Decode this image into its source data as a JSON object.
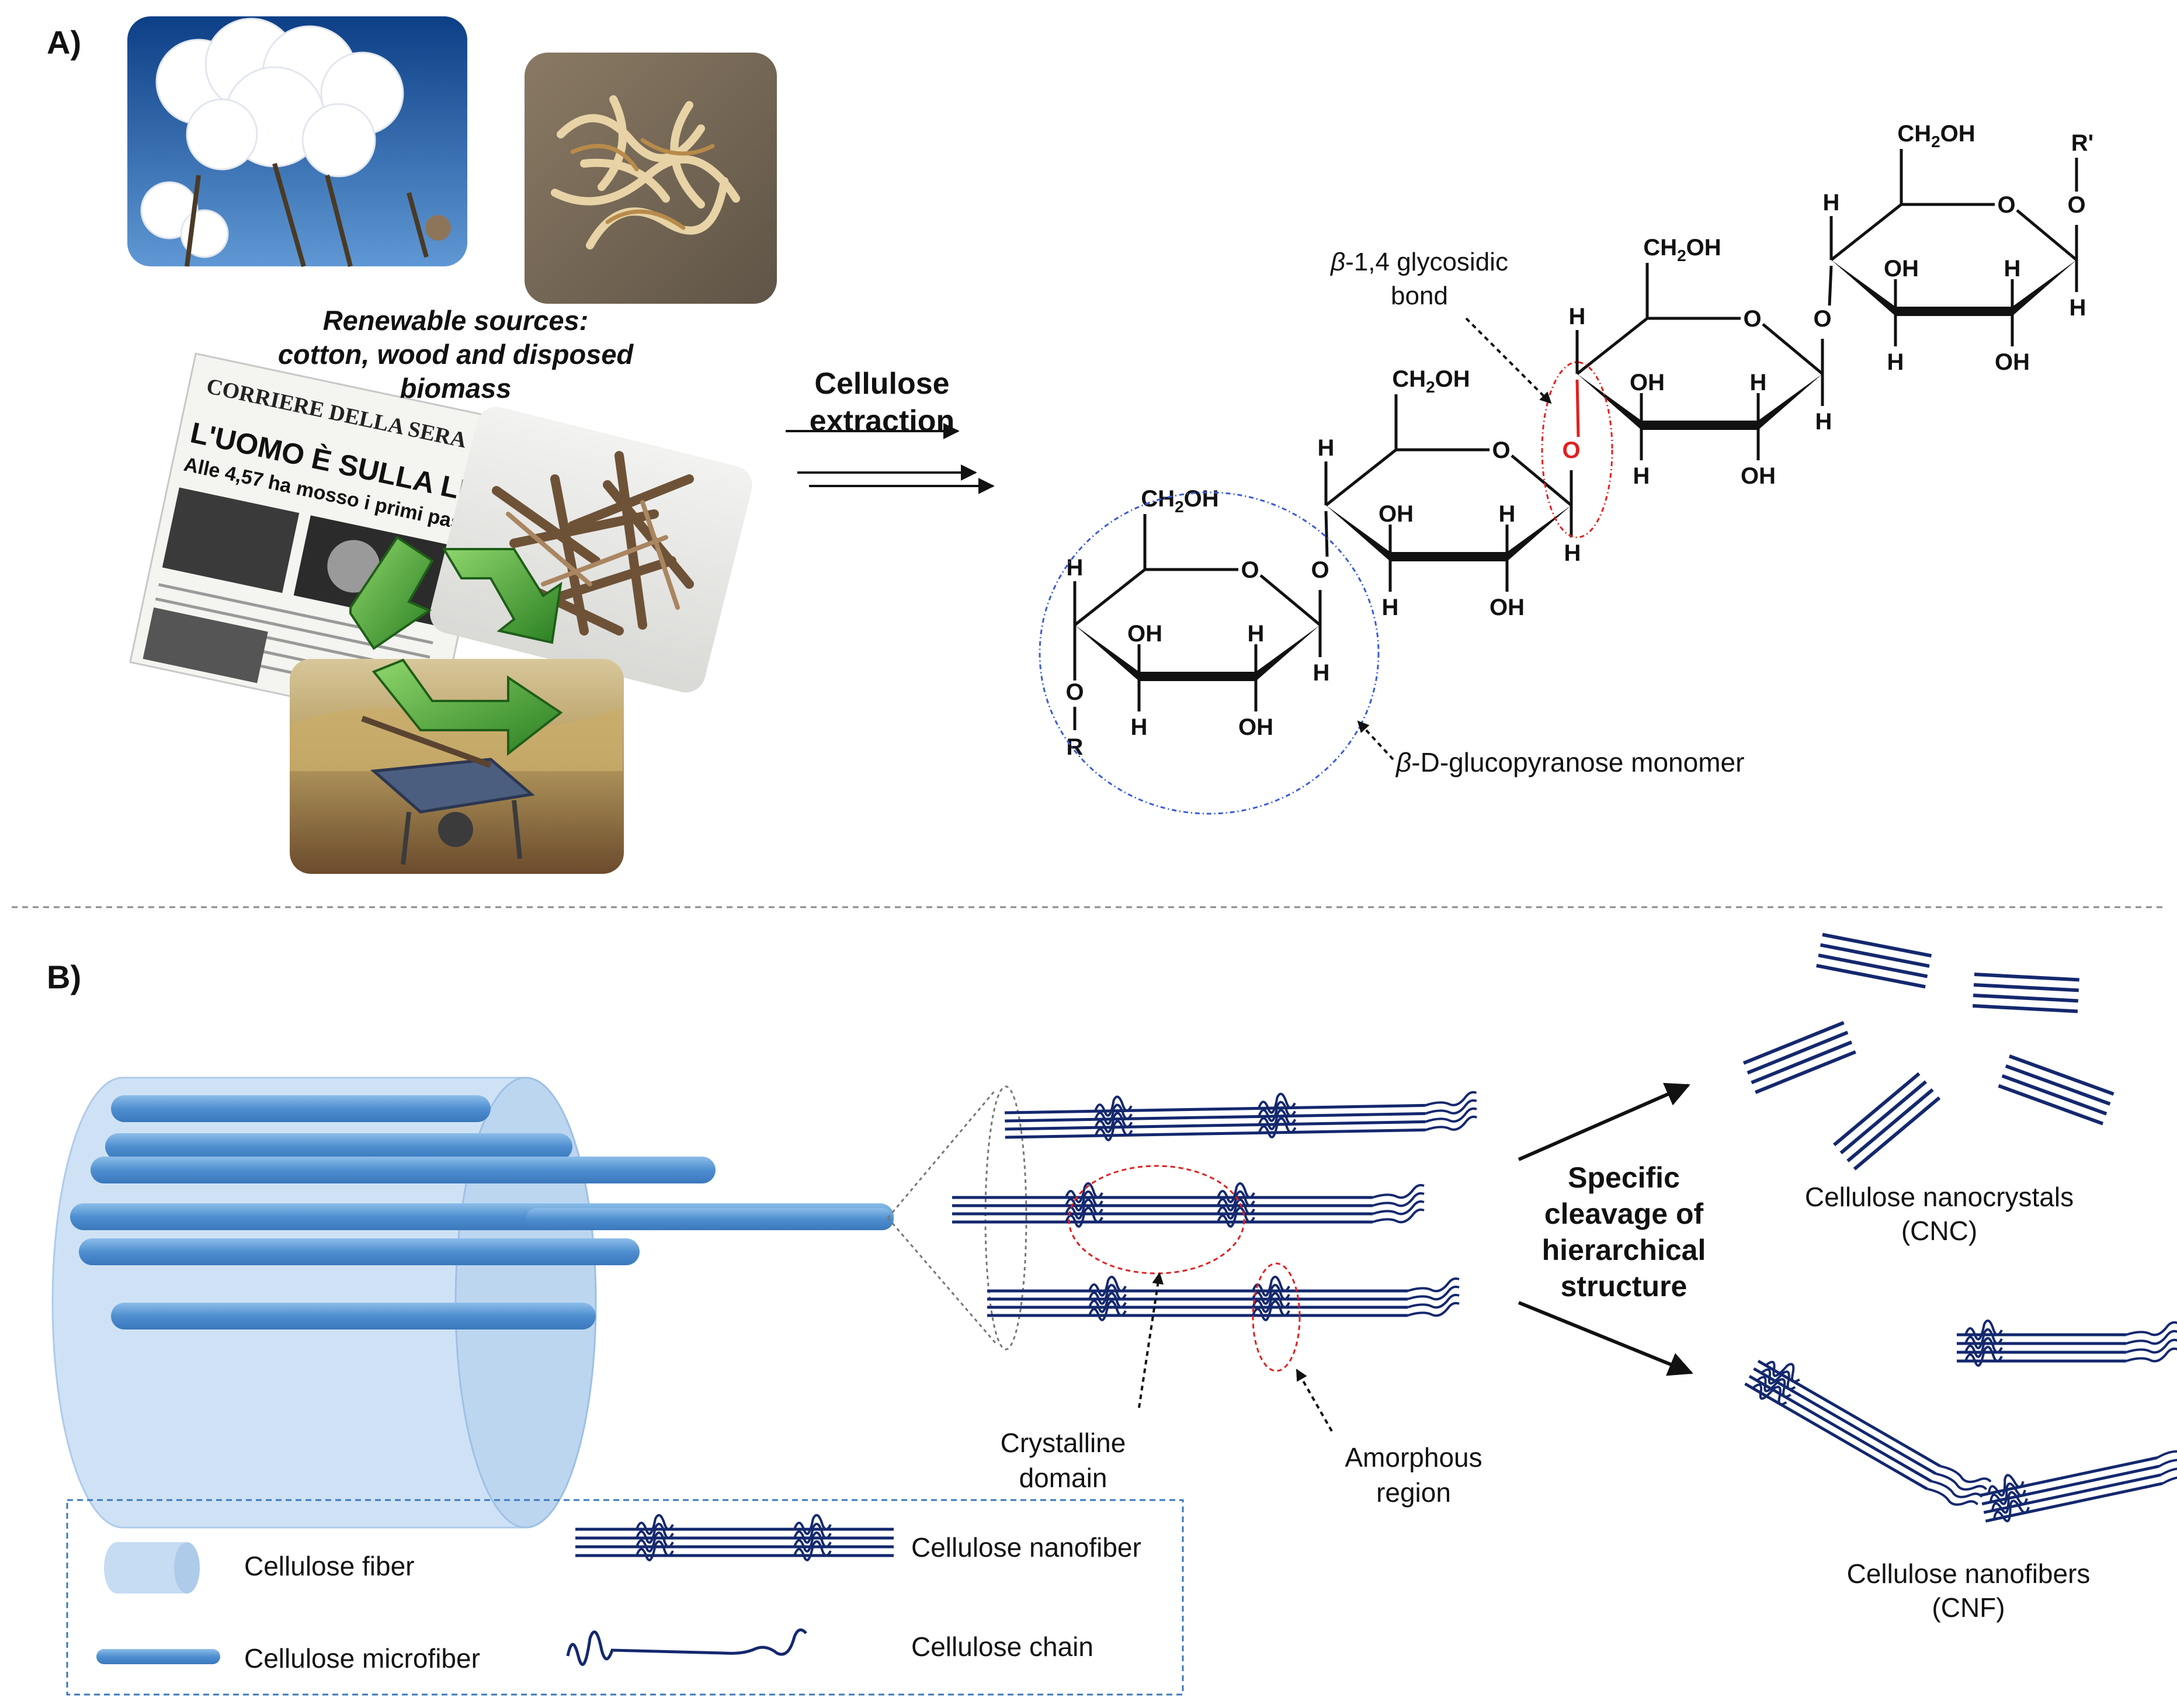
{
  "panel_a": {
    "label": "A)",
    "sources_caption": [
      "Renewable sources:",
      "cotton, wood and disposed",
      "biomass"
    ],
    "newspaper": {
      "masthead": "CORRIERE DELLA SERA",
      "headline": "L'UOMO È SULLA LUNA",
      "subhead": "Alle 4,57 ha mosso i primi passi"
    },
    "process_label": [
      "Cellulose",
      "extraction"
    ],
    "glycosidic_label_italic": "β",
    "glycosidic_label_rest": "-1,4 glycosidic",
    "glycosidic_label_line2": "bond",
    "monomer_label_italic": "β",
    "monomer_label_rest": "-D-glucopyranose monomer",
    "atoms": {
      "oxygen": "O",
      "hydrogen": "H",
      "hydroxyl": "OH",
      "hydroxymethyl_prefix": "CH",
      "hydroxymethyl_sub": "2",
      "hydroxymethyl_suffix": "OH",
      "r": "R",
      "r_prime": "R'"
    }
  },
  "panel_b": {
    "label": "B)",
    "crystalline_label": [
      "Crystalline",
      "domain"
    ],
    "amorphous_label": [
      "Amorphous",
      "region"
    ],
    "cleavage_label": [
      "Specific",
      "cleavage of",
      "hierarchical",
      "structure"
    ],
    "cnc_label": [
      "Cellulose nanocrystals",
      "(CNC)"
    ],
    "cnf_label": [
      "Cellulose nanofibers",
      "(CNF)"
    ]
  },
  "legend": {
    "fiber": "Cellulose fiber",
    "microfiber": "Cellulose microfiber",
    "nanofiber": "Cellulose nanofiber",
    "chain": "Cellulose chain"
  },
  "colors": {
    "navy": "#14286e",
    "fiber_light": "#c5dcf2",
    "fiber_mid": "#5b9bd5",
    "highlight_red": "#e02020",
    "monomer_blue": "#3b5bd9",
    "recycle_green": "#4aa834"
  }
}
